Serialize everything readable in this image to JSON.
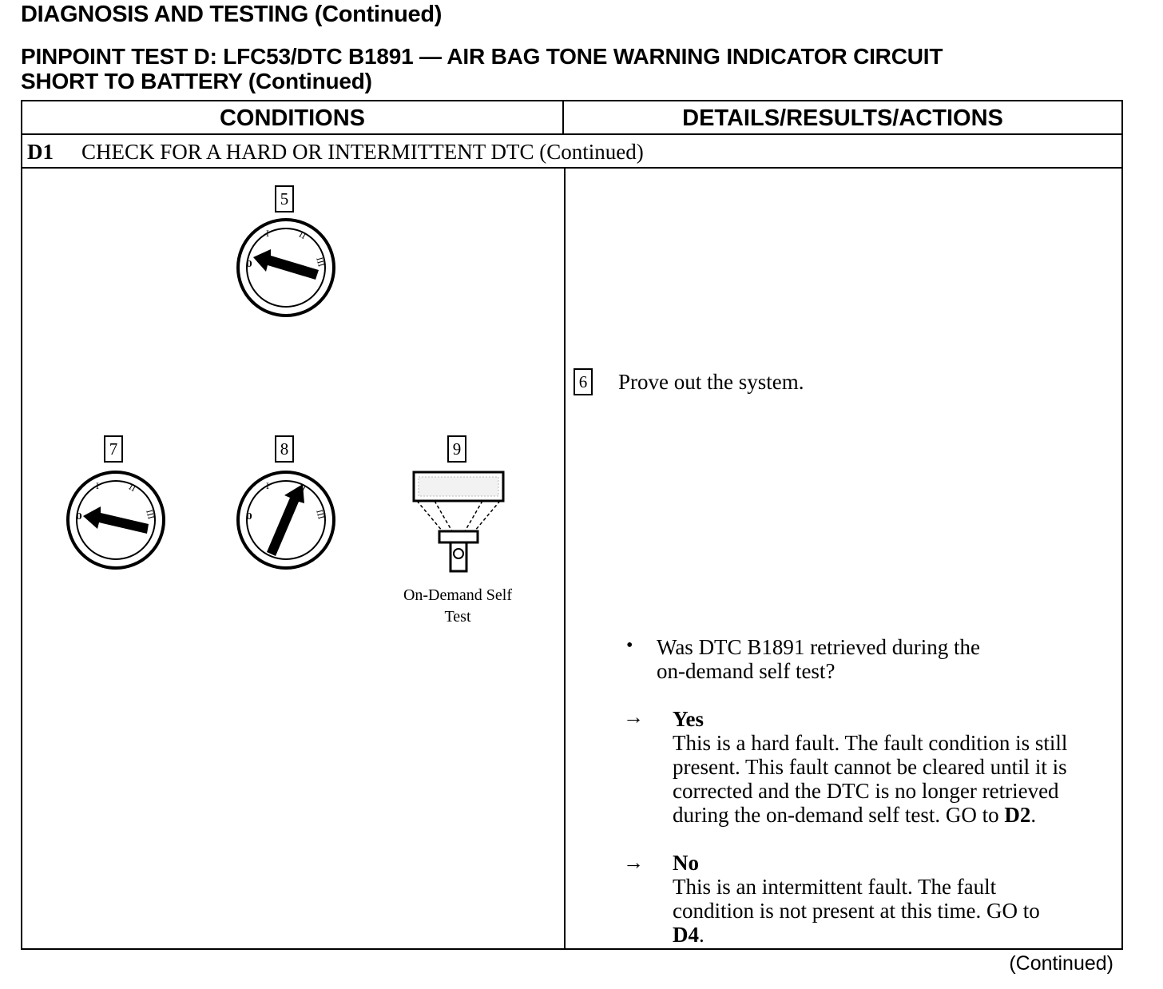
{
  "header": {
    "title": "DIAGNOSIS AND TESTING (Continued)",
    "subtitle_line1": "PINPOINT TEST D: LFC53/DTC B1891 — AIR BAG TONE WARNING INDICATOR CIRCUIT",
    "subtitle_line2": "SHORT TO BATTERY (Continued)"
  },
  "table": {
    "col_conditions": "CONDITIONS",
    "col_details": "DETAILS/RESULTS/ACTIONS",
    "step_id": "D1",
    "step_title": "CHECK FOR A HARD OR INTERMITTENT DTC (Continued)"
  },
  "figures": {
    "n5": "5",
    "n7": "7",
    "n8": "8",
    "n9": "9",
    "caption_9_line1": "On-Demand Self",
    "caption_9_line2": "Test",
    "icons": [
      "ignition-switch-off-icon",
      "ignition-switch-run-icon",
      "scan-tool-icon"
    ]
  },
  "details": {
    "n6": "6",
    "step6_text": "Prove out the system.",
    "question_line1": "Was DTC B1891 retrieved during the",
    "question_line2": "on-demand self test?",
    "yes_label": "Yes",
    "yes_line1": "This is a hard fault. The fault condition is still",
    "yes_line2": "present. This fault cannot be cleared until it is",
    "yes_line3": "corrected and the DTC is no longer retrieved",
    "yes_line4_pre": "during the on-demand self test. GO to ",
    "yes_goto": "D2",
    "yes_end": ".",
    "no_label": "No",
    "no_line1": "This is an intermittent fault. The fault",
    "no_line2": "condition is not present at this time. GO to",
    "no_goto": "D4",
    "no_end": ".",
    "bullet": "•",
    "arrow": "→"
  },
  "footer": {
    "continued": "(Continued)"
  }
}
